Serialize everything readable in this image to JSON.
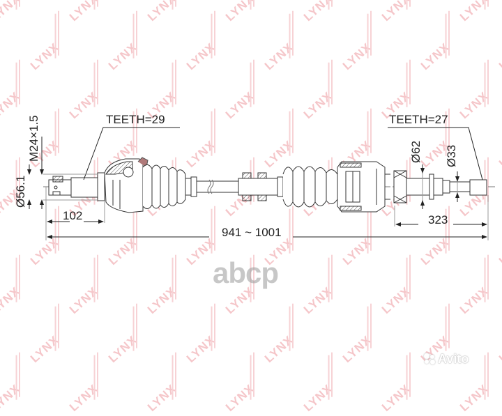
{
  "drawing": {
    "title": "CV drive shaft technical drawing",
    "labels": {
      "teeth_left": "TEETH=29",
      "teeth_right": "TEETH=27",
      "thread": "M24×1.5",
      "dia_outer_left": "Ø56.1",
      "dia_right_joint": "Ø62",
      "dia_right_shaft": "Ø33",
      "len_left": "102",
      "len_total": "941 ~ 1001",
      "len_right": "323"
    }
  },
  "watermarks": {
    "brand_repeat": "LYNX",
    "overlay_brand": "abcp",
    "marketplace": "Avito"
  },
  "colors": {
    "line": "#333333",
    "watermark": "#f2b3b8",
    "accent_ring": "#b07a7a"
  }
}
